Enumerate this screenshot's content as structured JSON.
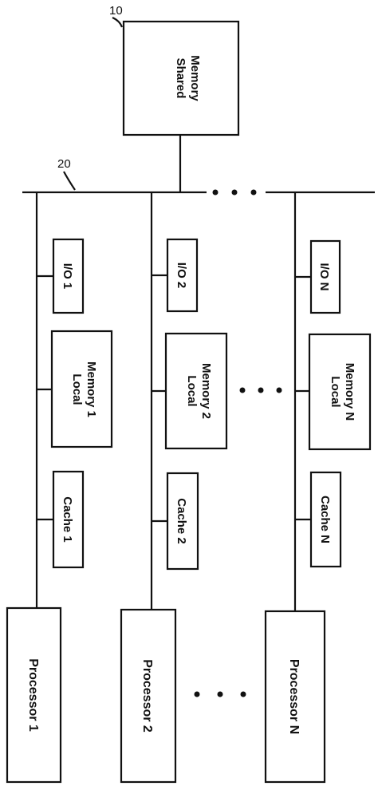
{
  "shared_memory": {
    "ref": "10",
    "line1": "Shared",
    "line2": "Memory"
  },
  "bus": {
    "ref": "20"
  },
  "columns": [
    {
      "io": "I/O 1",
      "local_line1": "Local",
      "local_line2": "Memory 1",
      "cache": "Cache 1",
      "processor": "Processor 1"
    },
    {
      "io": "I/O 2",
      "local_line1": "Local",
      "local_line2": "Memory 2",
      "cache": "Cache 2",
      "processor": "Processor 2"
    },
    {
      "io": "I/O N",
      "local_line1": "Local",
      "local_line2": "Memory N",
      "cache": "Cache N",
      "processor": "Processor N"
    }
  ]
}
